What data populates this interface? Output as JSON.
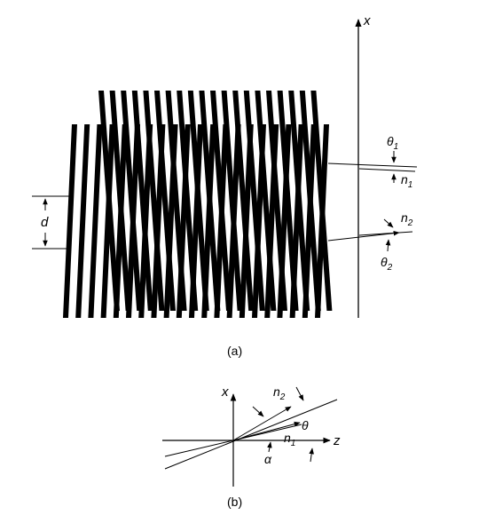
{
  "figure_a": {
    "caption": "(a)",
    "axis_x_label": "x",
    "spacing_label": "d",
    "theta1_label": "θ",
    "theta1_sub": "1",
    "n1_label": "n",
    "n1_sub": "1",
    "n2_label": "n",
    "n2_sub": "2",
    "theta2_label": "θ",
    "theta2_sub": "2"
  },
  "figure_b": {
    "caption": "(b)",
    "axis_x_label": "x",
    "axis_z_label": "z",
    "n2_label": "n",
    "n2_sub": "2",
    "n1_label": "n",
    "n1_sub": "1",
    "theta_label": "θ",
    "alpha_label": "α"
  },
  "colors": {
    "ink": "#000000",
    "background": "#ffffff"
  }
}
